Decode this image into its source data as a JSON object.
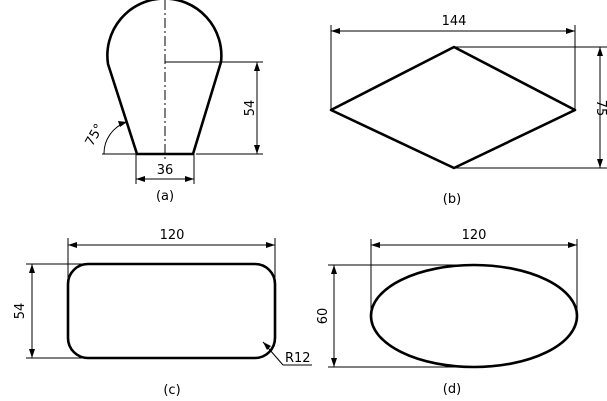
{
  "figures": {
    "a": {
      "caption": "(a)",
      "dim_height": "54",
      "dim_width": "36",
      "dim_angle": "75°"
    },
    "b": {
      "caption": "(b)",
      "dim_width": "144",
      "dim_height": "75"
    },
    "c": {
      "caption": "(c)",
      "dim_width": "120",
      "dim_height": "54",
      "dim_radius": "R12"
    },
    "d": {
      "caption": "(d)",
      "dim_width": "120",
      "dim_height": "60"
    }
  }
}
